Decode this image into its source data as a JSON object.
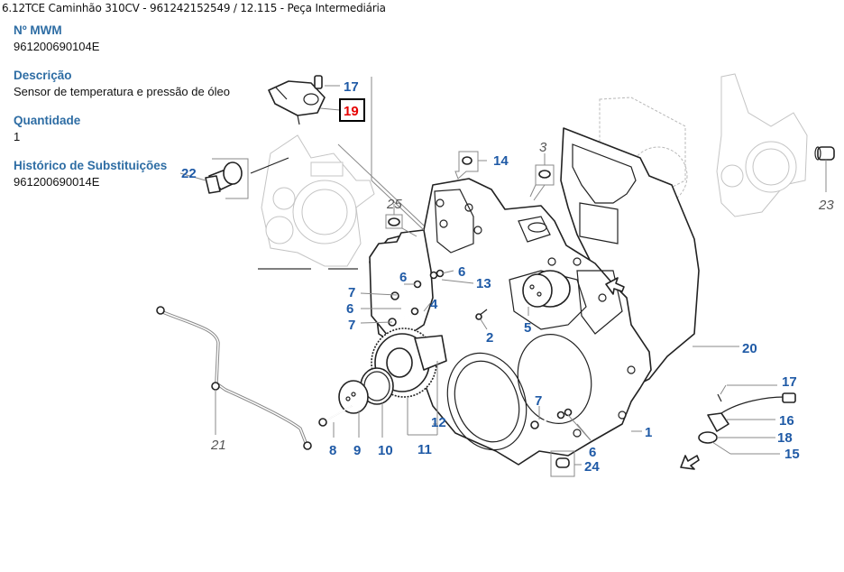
{
  "header": {
    "title": "6.12TCE Caminhão 310CV - 961242152549  /  12.115 - Peça Intermediária"
  },
  "details": {
    "mwm_label": "Nº MWM",
    "mwm_value": "961200690104E",
    "description_label": "Descrição",
    "description_value": "Sensor de temperatura e pressão de óleo",
    "quantity_label": "Quantidade",
    "quantity_value": "1",
    "history_label": "Histórico de Substituições",
    "history_value": "961200690014E"
  },
  "diagram": {
    "selected_callout": "19",
    "callouts": {
      "c1": "1",
      "c2": "2",
      "c3": "3",
      "c4": "4",
      "c5": "5",
      "c6a": "6",
      "c6b": "6",
      "c6c": "6",
      "c6d": "6",
      "c7a": "7",
      "c7b": "7",
      "c7c": "7",
      "c8": "8",
      "c9": "9",
      "c10": "10",
      "c11": "11",
      "c12": "12",
      "c13": "13",
      "c14": "14",
      "c15": "15",
      "c16": "16",
      "c17a": "17",
      "c17b": "17",
      "c18": "18",
      "c19": "19",
      "c20": "20",
      "c21": "21",
      "c22": "22",
      "c23": "23",
      "c24": "24",
      "c25": "25"
    },
    "colors": {
      "callout": "#1f5aa6",
      "selected": "#e60000",
      "label": "#2e6da4"
    }
  }
}
